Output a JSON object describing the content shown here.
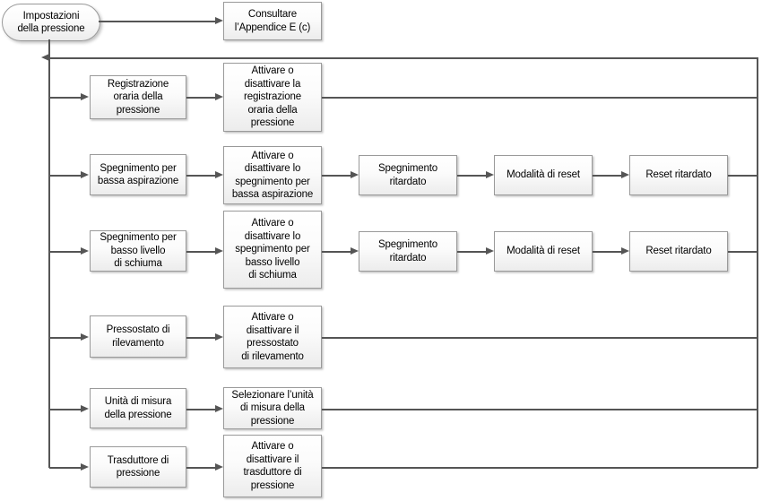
{
  "diagram": {
    "title": "Impostazioni della pressione - diagramma di flusso menu",
    "language": "it",
    "colors": {
      "box_border": "#9a9a9a",
      "box_fill_top": "#ffffff",
      "box_fill_bottom": "#ececec",
      "connector": "#555555",
      "text": "#000000",
      "background": "#ffffff"
    },
    "start_node": {
      "label": "Impostazioni\ndella pressione",
      "shape": "rounded-rectangle"
    },
    "top_node": {
      "label": "Consultare\nl’Appendice E (c)",
      "shape": "rectangle"
    },
    "rows": [
      {
        "id": "registrazione-oraria",
        "col1": "Registrazione\noraria della\npressione",
        "col2": "Attivare o\ndisattivare la\nregistrazione\noraria della\npressione",
        "col3": null,
        "col4": null,
        "col5": null
      },
      {
        "id": "spegnimento-bassa-aspirazione",
        "col1": "Spegnimento per\nbassa aspirazione",
        "col2": "Attivare o\ndisattivare lo\nspegnimento per\nbassa aspirazione",
        "col3": "Spegnimento\nritardato",
        "col4": "Modalità di reset",
        "col5": "Reset ritardato"
      },
      {
        "id": "spegnimento-basso-livello-schiuma",
        "col1": "Spegnimento per\nbasso livello\ndi schiuma",
        "col2": "Attivare o\ndisattivare lo\nspegnimento per\nbasso livello\ndi schiuma",
        "col3": "Spegnimento\nritardato",
        "col4": "Modalità di reset",
        "col5": "Reset ritardato"
      },
      {
        "id": "pressostato-rilevamento",
        "col1": "Pressostato di\nrilevamento",
        "col2": "Attivare o\ndisattivare il\npressostato\ndi rilevamento",
        "col3": null,
        "col4": null,
        "col5": null
      },
      {
        "id": "unita-di-misura",
        "col1": "Unità di misura\ndella pressione",
        "col2": "Selezionare l’unità\ndi misura della\npressione",
        "col3": null,
        "col4": null,
        "col5": null
      },
      {
        "id": "trasduttore-di-pressione",
        "col1": "Trasduttore di\npressione",
        "col2": "Attivare o\ndisattivare il\ntrasduttore di\npressione",
        "col3": null,
        "col4": null,
        "col5": null
      }
    ]
  }
}
